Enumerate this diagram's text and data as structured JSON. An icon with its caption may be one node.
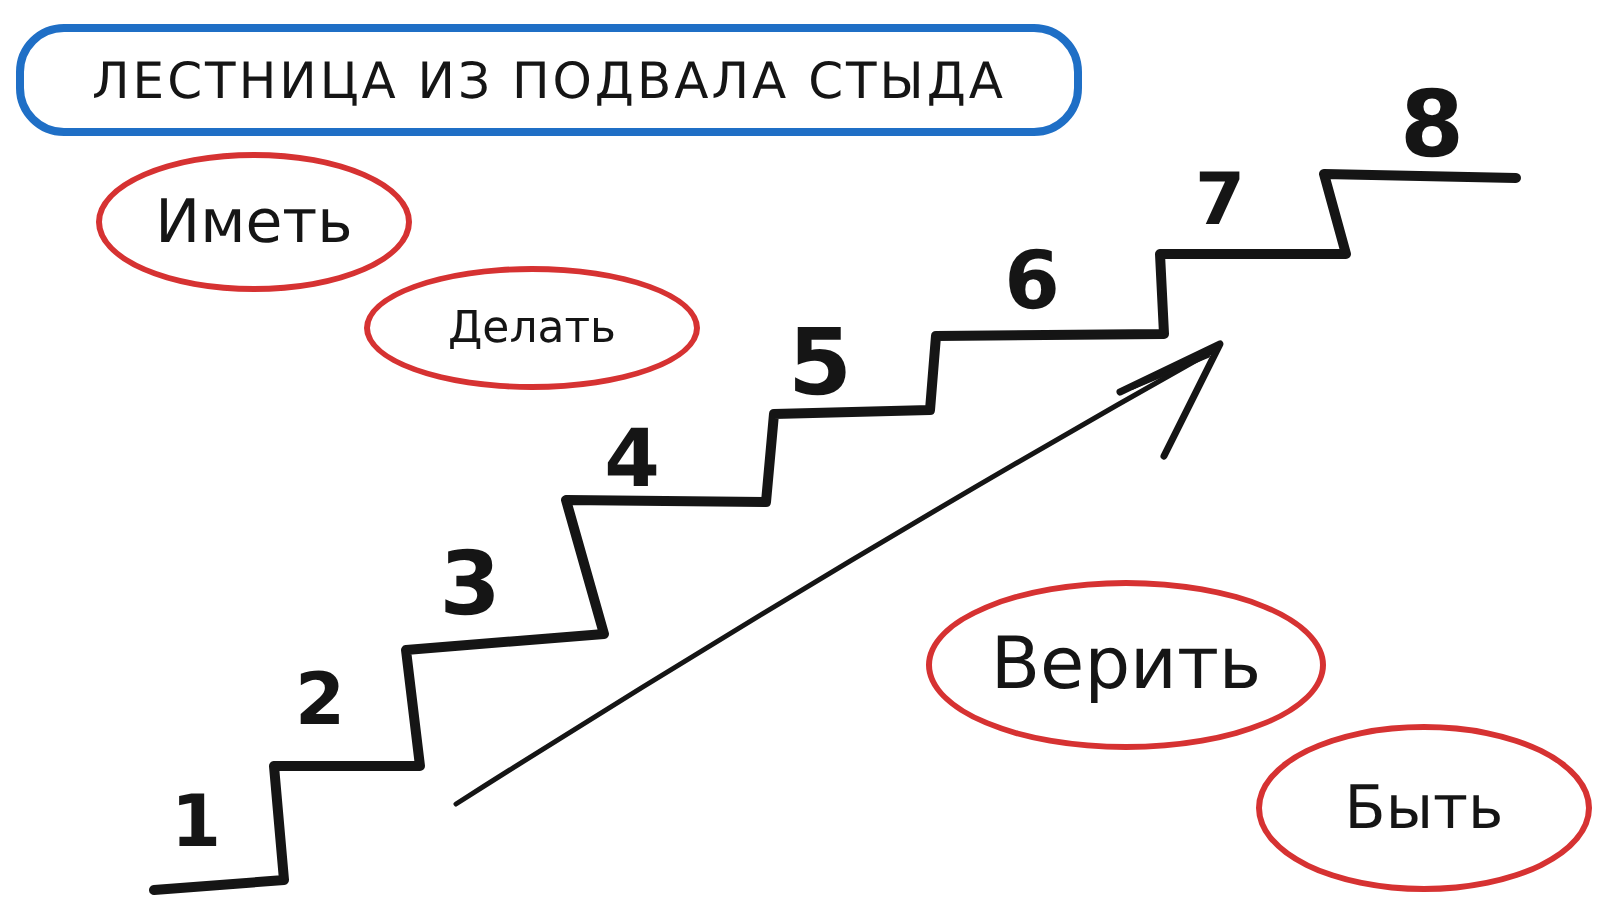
{
  "diagram": {
    "title": "ЛЕСТНИЦА ИЗ ПОДВАЛА СТЫДА",
    "nodes": [
      {
        "text": [
          "Иметь"
        ]
      },
      {
        "text": [
          "Делать"
        ]
      },
      {
        "text": [
          "Верить"
        ]
      },
      {
        "text": [
          "Быть"
        ]
      }
    ],
    "labels": [
      "1",
      "2",
      "3",
      "4",
      "5",
      "6",
      "7",
      "8"
    ]
  }
}
